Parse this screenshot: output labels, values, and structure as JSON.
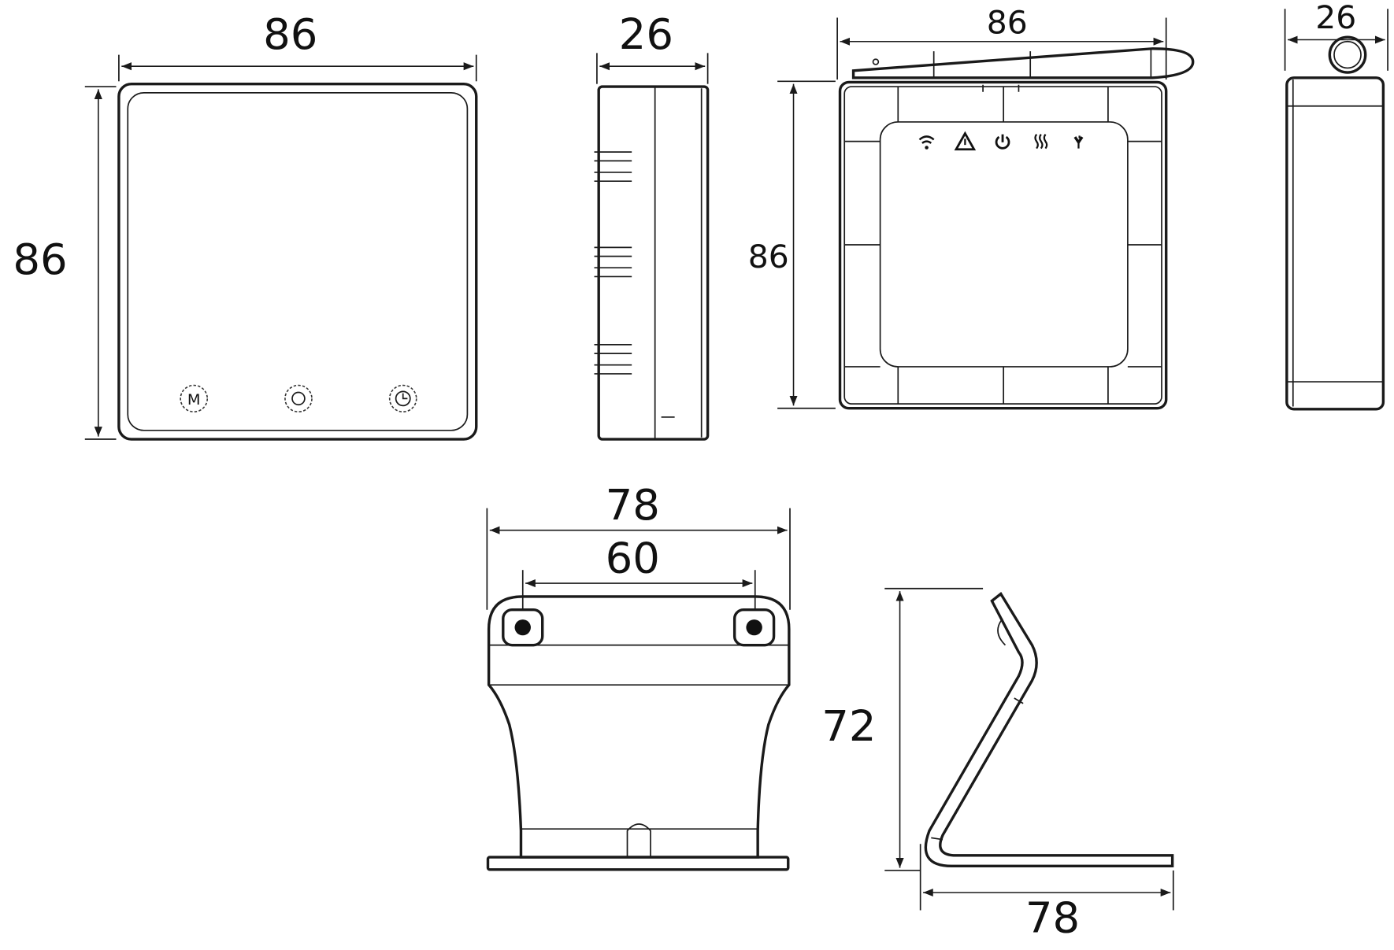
{
  "front_view": {
    "width_label": "86",
    "height_label": "86",
    "buttons": [
      "M",
      "O",
      "clock"
    ]
  },
  "side_view": {
    "depth_label": "26"
  },
  "hub_front_view": {
    "width_label": "86",
    "height_label": "86",
    "indicators": [
      "wifi-icon",
      "warning-icon",
      "power-icon",
      "heat-icon",
      "signal-icon"
    ]
  },
  "hub_side_view": {
    "depth_label": "26"
  },
  "stand_front_view": {
    "outer_width_label": "78",
    "hole_spacing_label": "60"
  },
  "stand_side_view": {
    "height_label": "72",
    "base_length_label": "78"
  },
  "colors": {
    "line": "#1a1a1a",
    "background": "#ffffff"
  }
}
